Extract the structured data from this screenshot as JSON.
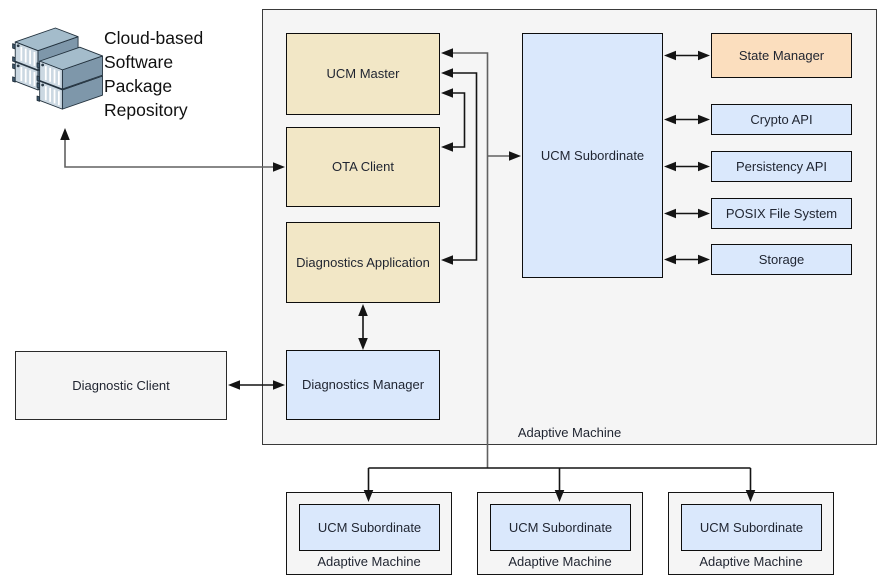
{
  "diagram": {
    "cloud_repository": {
      "label": "Cloud-based Software Package Repository"
    },
    "adaptive_machine": {
      "label": "Adaptive Machine",
      "modules": {
        "ucm_master": "UCM Master",
        "ota_client": "OTA Client",
        "diagnostics_application": "Diagnostics Application",
        "diagnostics_manager": "Diagnostics Manager",
        "ucm_subordinate": "UCM Subordinate"
      },
      "services": [
        "State Manager",
        "Crypto API",
        "Persistency API",
        "POSIX File System",
        "Storage"
      ]
    },
    "diagnostic_client": {
      "label": "Diagnostic Client"
    },
    "subordinate_machines": [
      {
        "module": "UCM Subordinate",
        "label": "Adaptive Machine"
      },
      {
        "module": "UCM Subordinate",
        "label": "Adaptive Machine"
      },
      {
        "module": "UCM Subordinate",
        "label": "Adaptive Machine"
      }
    ],
    "icons": {
      "repository": "server-stack-icon"
    },
    "colors": {
      "module_tan": "#F2E7C6",
      "module_blue": "#DAE8FC",
      "service_peach": "#FBDEBE",
      "panel_gray": "#F5F5F5",
      "wire_black": "#141414",
      "wire_gray": "#616161",
      "label_text": "#1F2430"
    }
  }
}
